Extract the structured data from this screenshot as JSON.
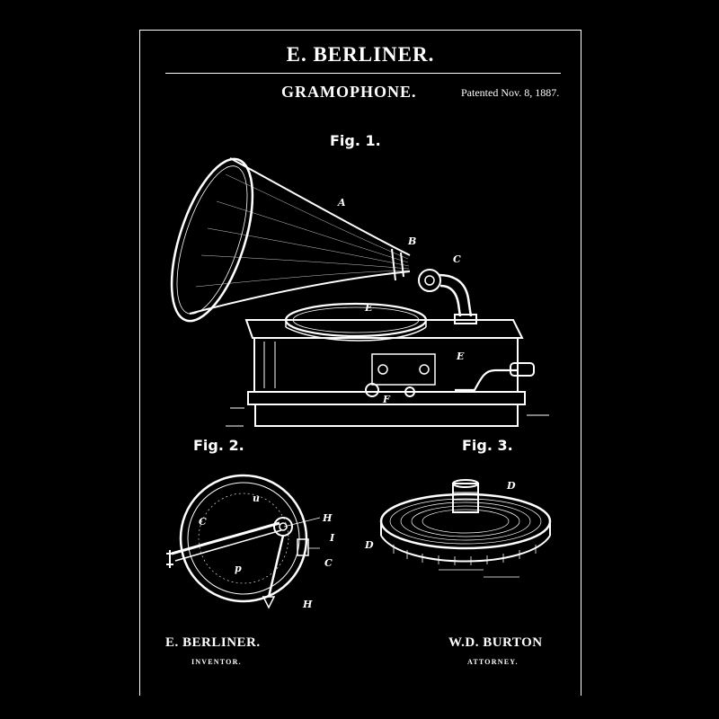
{
  "patent": {
    "title": "E. BERLINER.",
    "subtitle": "GRAMOPHONE.",
    "date": "Patented Nov. 8, 1887."
  },
  "figures": {
    "fig1": {
      "caption": "Fig. 1.",
      "labels": [
        "A",
        "B",
        "C",
        "E",
        "E",
        "F"
      ]
    },
    "fig2": {
      "caption": "Fig. 2.",
      "labels": [
        "C",
        "u",
        "H",
        "I",
        "C",
        "H",
        "p"
      ]
    },
    "fig3": {
      "caption": "Fig. 3.",
      "labels": [
        "D",
        "D"
      ]
    }
  },
  "signatures": {
    "inventor_name": "E. BERLINER.",
    "inventor_role": "INVENTOR.",
    "attorney_name": "W.D. BURTON",
    "attorney_role": "ATTORNEY."
  },
  "colors": {
    "background": "#000000",
    "ink": "#ffffff"
  }
}
